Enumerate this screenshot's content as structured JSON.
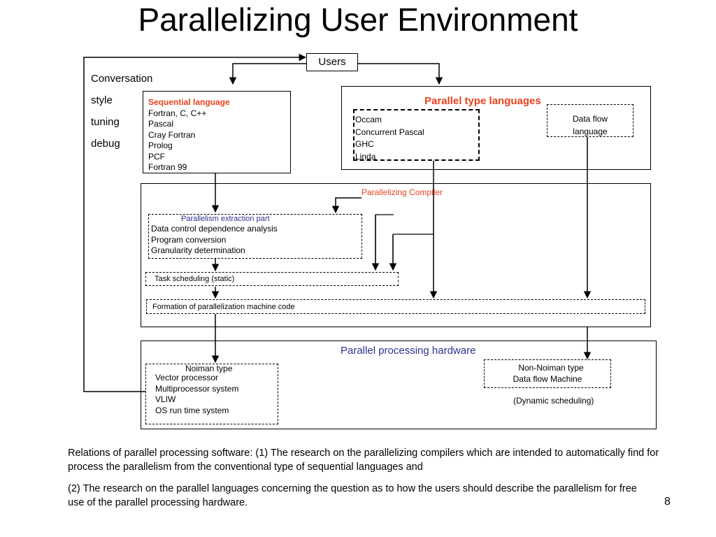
{
  "title": "Parallelizing User Environment",
  "users_label": "Users",
  "side_labels": [
    "Conversation",
    "style",
    "tuning",
    "debug"
  ],
  "sequential": {
    "heading": "Sequential language",
    "items": [
      "Fortran, C, C++",
      "Pascal",
      "Cray Fortran",
      "Prolog",
      "PCF",
      "Fortran 99"
    ]
  },
  "parallel_languages": {
    "heading": "Parallel type languages",
    "items": [
      "Occam",
      "Concurrent Pascal",
      "GHC",
      "Linda"
    ],
    "dataflow": [
      "Data flow",
      "language"
    ]
  },
  "compiler": {
    "heading": "Parallelizing Compiler",
    "extraction": {
      "heading": "Parallelism extraction part",
      "items": [
        "Data control dependence analysis",
        "Program conversion",
        "Granularity determination"
      ]
    },
    "scheduling": "Task scheduling (static)",
    "formation": "Formation of parallelization machine code"
  },
  "hardware": {
    "heading": "Parallel processing hardware",
    "noiman": {
      "heading": "Noiman type",
      "items": [
        "Vector processor",
        "Multiprocessor system",
        "VLIW",
        "OS run time system"
      ]
    },
    "non_noiman": [
      "Non-Noiman type",
      "Data flow Machine"
    ],
    "dynamic": "(Dynamic scheduling)"
  },
  "notes": [
    "Relations of parallel processing software: (1) The research on the parallelizing compilers which are intended to automatically find for process the parallelism from the conventional type of sequential languages and",
    "(2) The research on the parallel languages concerning the question as to how the users should describe the parallelism for free use of the parallel processing hardware."
  ],
  "page_number": "8",
  "colors": {
    "accent_red": "#e8421c",
    "accent_blue": "#2e3192",
    "line": "#000000"
  }
}
